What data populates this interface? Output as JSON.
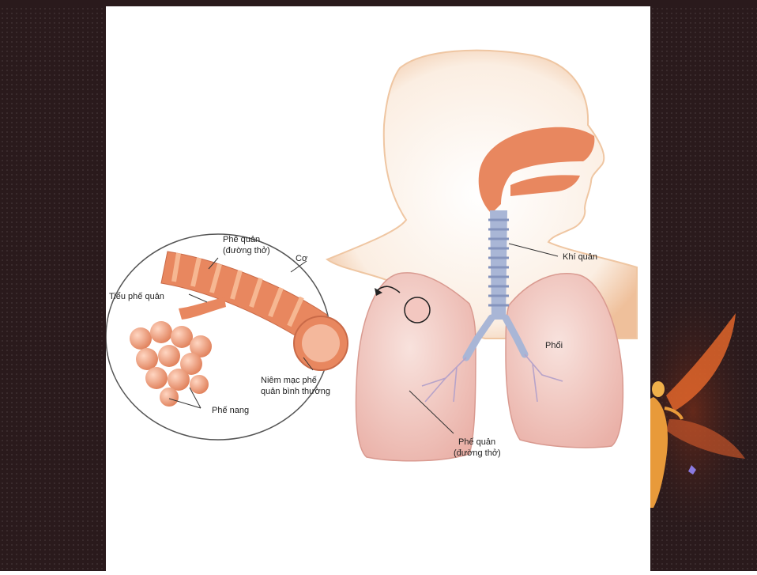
{
  "labels": {
    "bronchus_inset_line1": "Phế quản",
    "bronchus_inset_line2": "(đường thở)",
    "muscle": "Cơ",
    "bronchiole": "Tiểu phế quản",
    "mucosa_line1": "Niêm mạc phế",
    "mucosa_line2": "quản bình thường",
    "alveoli": "Phế nang",
    "trachea": "Khí quản",
    "lung": "Phổi",
    "bronchus_main_line1": "Phế quản",
    "bronchus_main_line2": "(đường thở)"
  },
  "colors": {
    "frame": "#2a1a1c",
    "airway": "#e8875f",
    "lung": "#f2c9c2",
    "trachea": "#a9b6d6",
    "skin_glow": "#f3c9a8"
  }
}
